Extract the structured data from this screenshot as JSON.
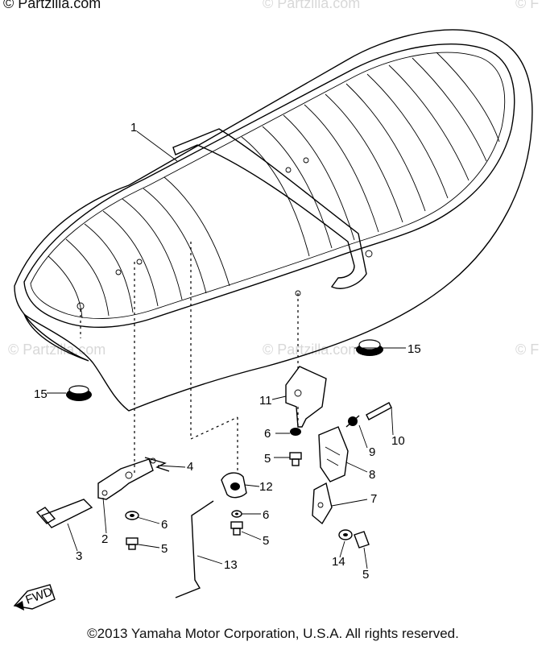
{
  "watermarks": {
    "top_left": "© Partzilla.com",
    "top_center": "© Partzilla.com",
    "top_right": "© F",
    "mid_left": "© Partzilla.com",
    "mid_center": "© Partzilla.com",
    "mid_right": "© F"
  },
  "callouts": {
    "seat": "1",
    "bracket_left": "2",
    "bolt_long": "3",
    "clip": "4",
    "bolt_lower_left": "5",
    "washer_left": "6",
    "bracket_7": "7",
    "bracket_8": "8",
    "spring": "9",
    "pin": "10",
    "bracket_11": "11",
    "washer_11": "6",
    "bolt_11": "5",
    "collar": "12",
    "washer_12": "6",
    "bolt_12": "5",
    "rod": "13",
    "washer_14": "14",
    "bolt_14": "5",
    "damper_right": "15",
    "damper_left": "15"
  },
  "fwd_label": "FWD",
  "copyright": "©2013 Yamaha Motor Corporation, U.S.A. All rights reserved."
}
